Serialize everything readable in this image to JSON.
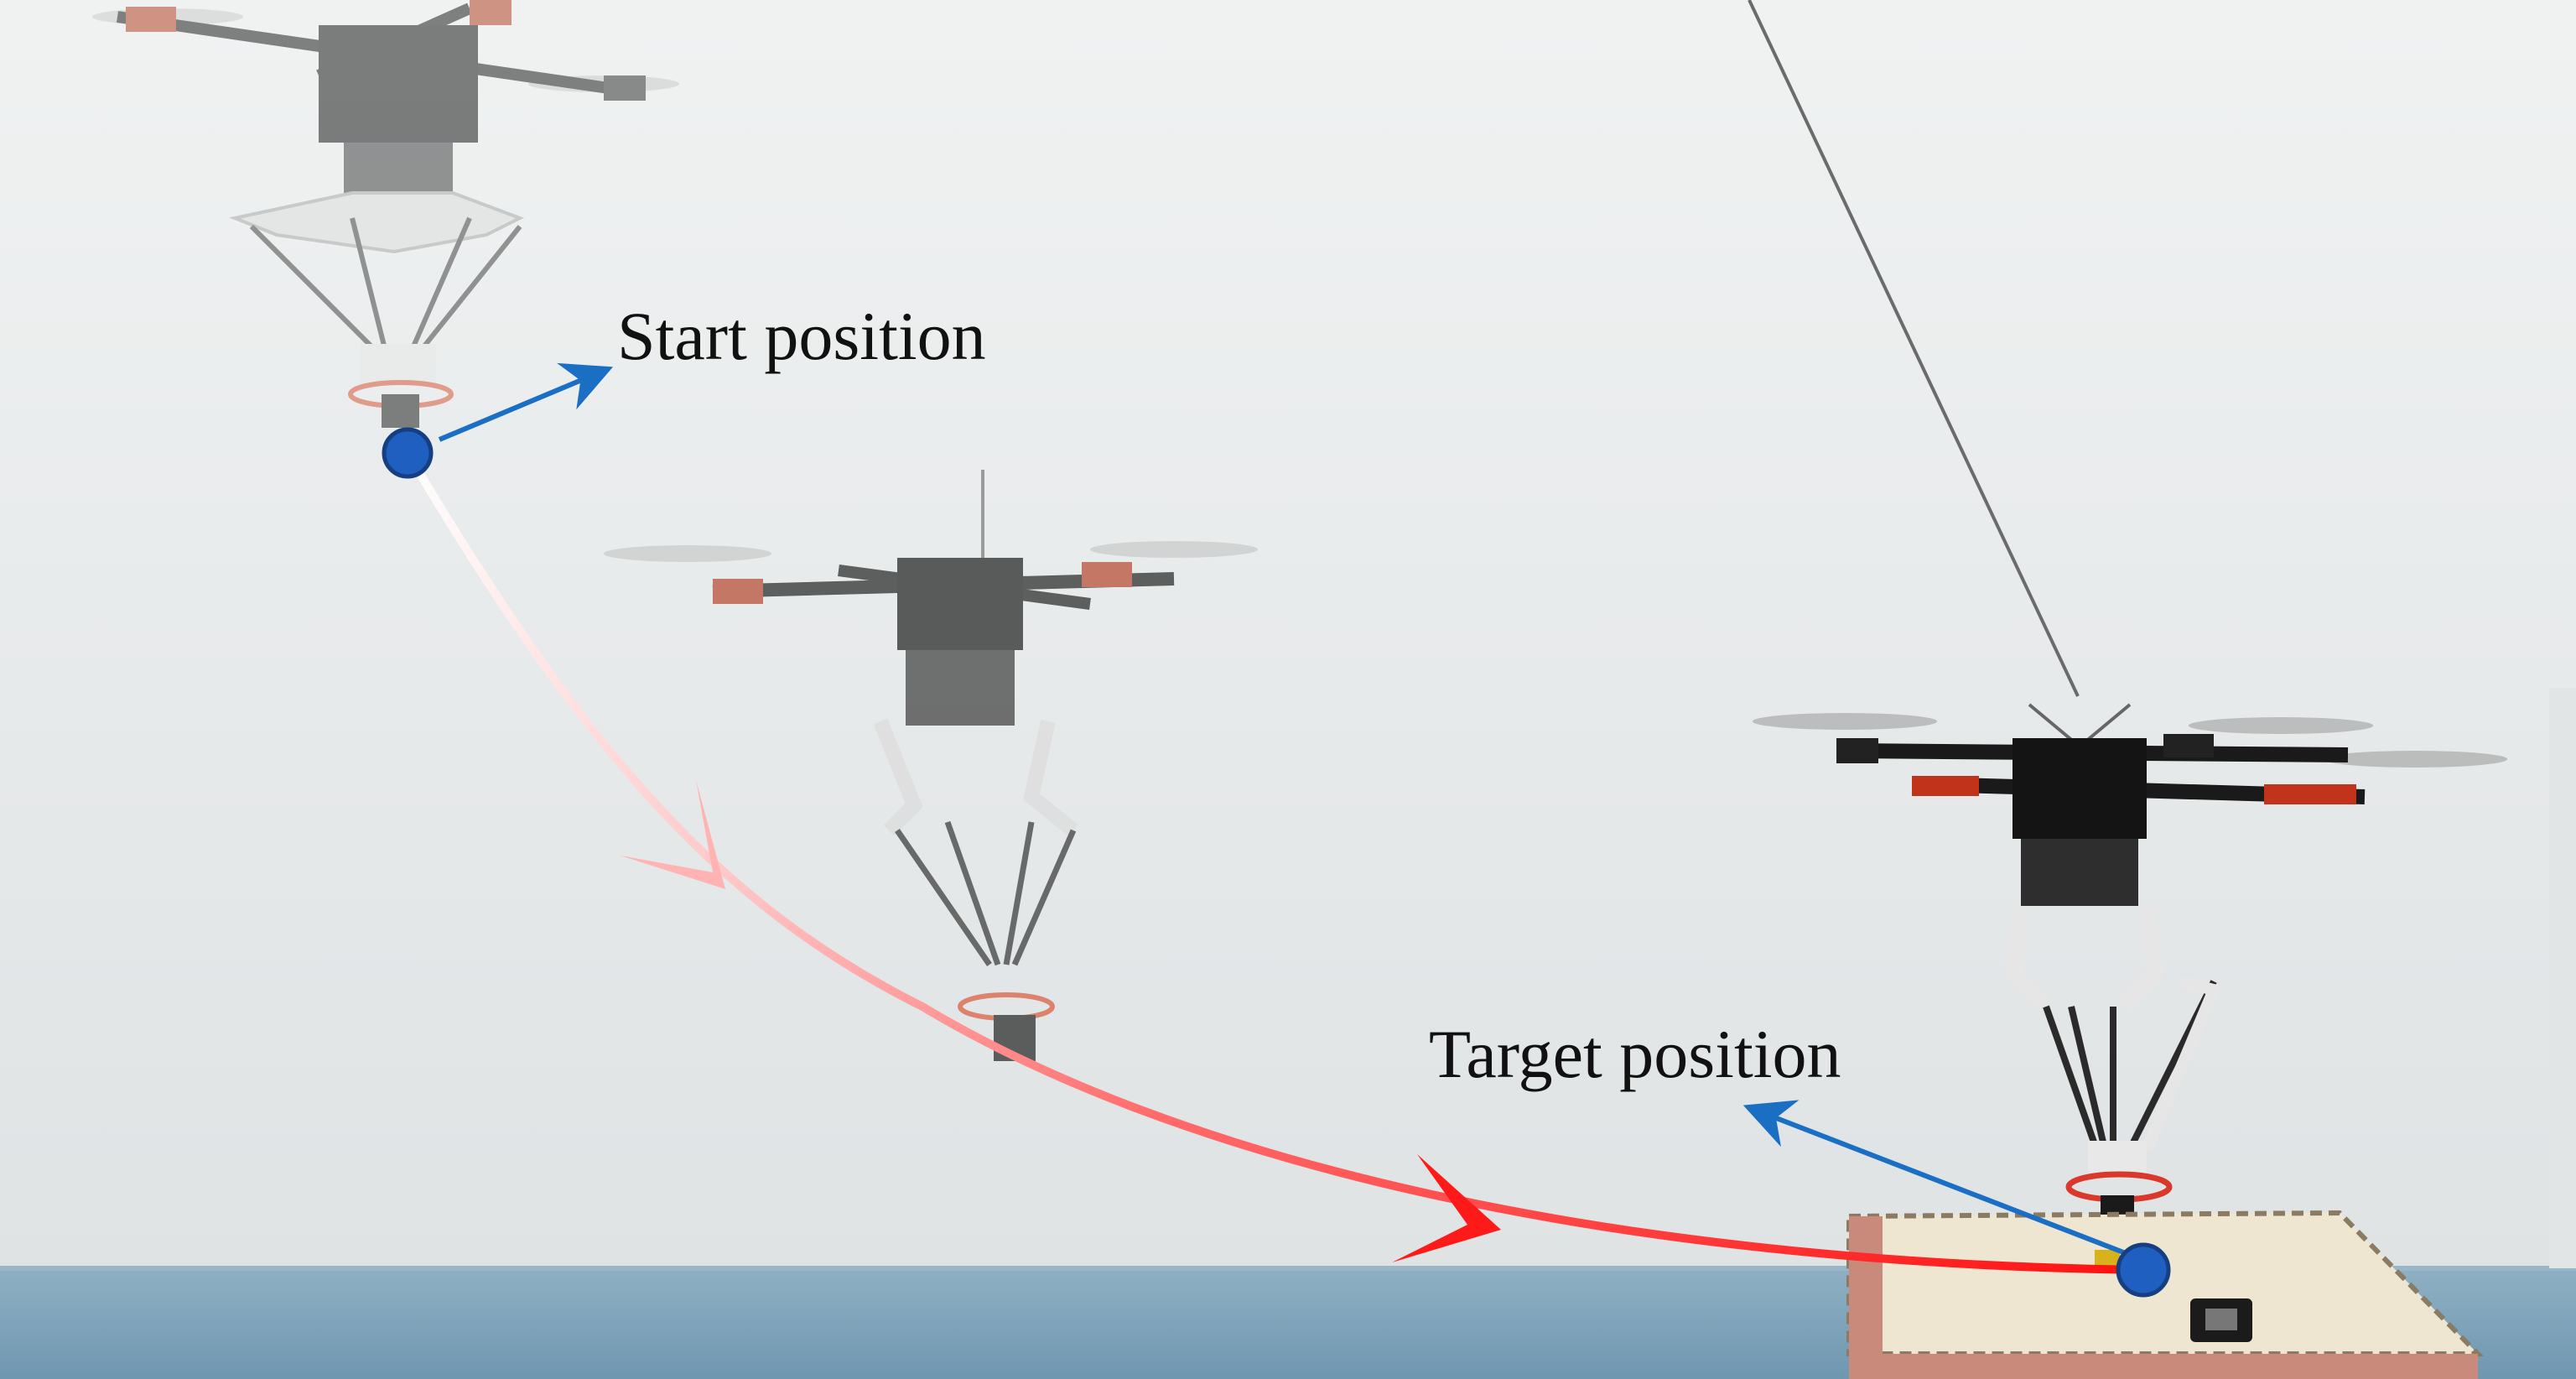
{
  "annotations": {
    "start_label": "Start position",
    "target_label": "Target position"
  },
  "colors": {
    "marker": "#1f5fbf",
    "pointer_arrow": "#1a6fc4",
    "trajectory_start": "#ffffff",
    "trajectory_end": "#ff1a1a",
    "wall": "#e9ecec",
    "floor": "#7fa3bb",
    "box_top": "#efe6d2",
    "box_side": "#c98a7c"
  },
  "objects": [
    "drone-start-ghost",
    "drone-mid-ghost",
    "drone-target",
    "tether-rope",
    "landing-box"
  ]
}
